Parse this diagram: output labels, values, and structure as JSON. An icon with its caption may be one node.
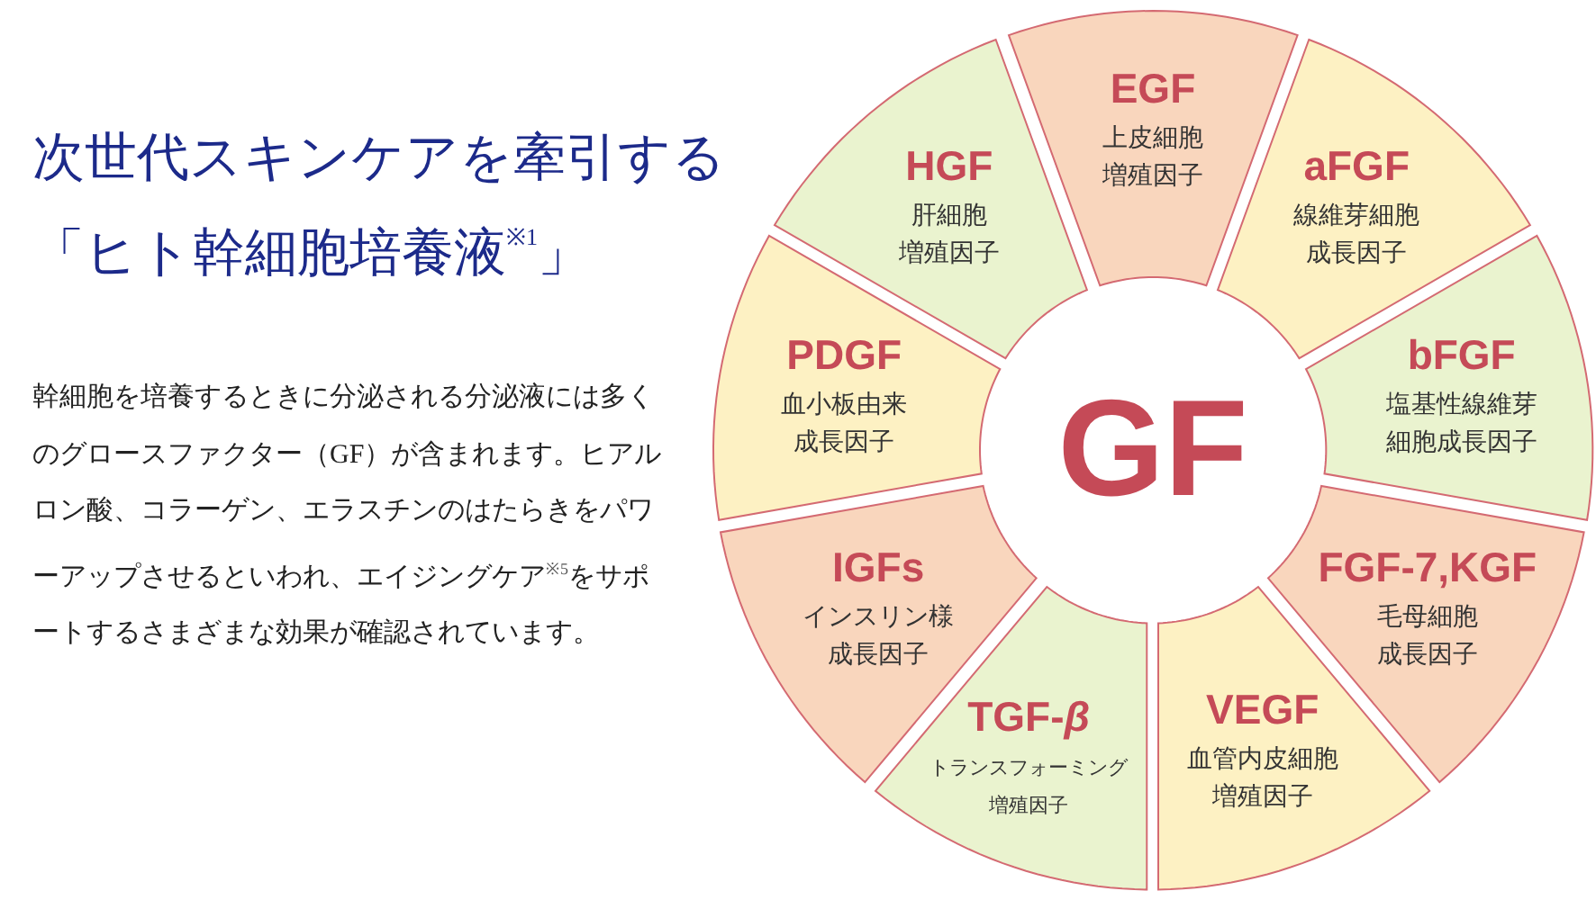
{
  "diagram": {
    "title": "次世代スキンケアを牽引する「ヒト幹細胞培養液$^{※1}$」",
    "nodes": [
      {
        "text": [
          "EGF",
          "上皮細胞増殖因子"
        ]
      },
      {
        "text": [
          "aFGF",
          "線維芽細胞成長因子"
        ]
      },
      {
        "text": [
          "bFGF",
          "塩基性線維芽細胞成長因子"
        ]
      },
      {
        "text": [
          "FGF-7,KGF",
          "毛母細胞成長因子"
        ]
      },
      {
        "text": [
          "VEGF",
          "血管内皮細胞増殖因子"
        ]
      },
      {
        "text": [
          "TGF-*β*",
          "トランスフォーミング増殖因子"
        ]
      },
      {
        "text": [
          "IGFs",
          "インスリン様成長因子"
        ]
      },
      {
        "text": [
          "PDGF",
          "血小板由来成長因子"
        ]
      },
      {
        "text": [
          "HGF",
          "肝細胞増殖因子"
        ]
      },
      {
        "text": [
          "GF"
        ]
      }
    ],
    "labels": [
      "幹細胞を培養するときに分泌される分泌液には多くのグロースファクター（GF）が含まれます。ヒアルロン酸、コラーゲン、エラスチンのはたらきをパワーアップさせるといわれ、エイジングケア$^{※5}$をサポートするさまざまな効果が確認されています。"
    ]
  }
}
